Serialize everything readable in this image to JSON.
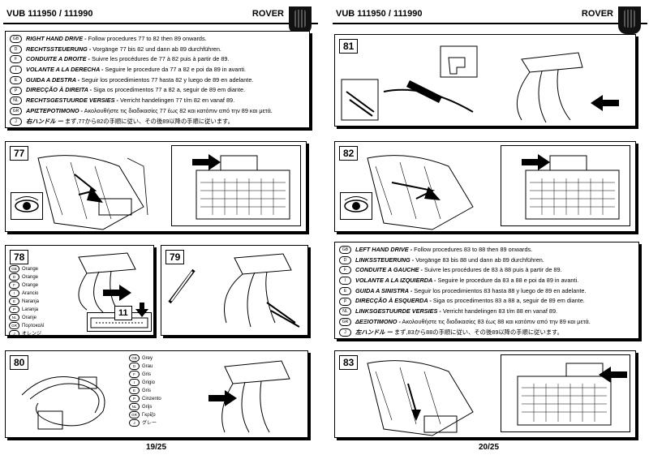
{
  "left": {
    "code": "VUB 111950 / 111990",
    "brand": "ROVER",
    "page_number": "19/25",
    "instructions": [
      {
        "badge": "GB",
        "title": "RIGHT HAND DRIVE -",
        "text": " Follow procedures 77 to 82 then 89 onwards."
      },
      {
        "badge": "D",
        "title": "RECHTSSTEUERUNG -",
        "text": " Vorgänge 77 bis 82 und dann ab 89 durchführen."
      },
      {
        "badge": "F",
        "title": "CONDUITE A DROITE -",
        "text": " Suivre les procédures de 77 à 82 puis à partir de 89."
      },
      {
        "badge": "I",
        "title": "VOLANTE A LA DERECHA -",
        "text": " Seguire le procedure da 77 a 82 e poi da 89 in avanti."
      },
      {
        "badge": "E",
        "title": "GUIDA A DESTRA -",
        "text": " Seguir los procedimientos 77 hasta 82 y luego de 89 en adelante."
      },
      {
        "badge": "P",
        "title": "DIRECÇÃO À DIREITA -",
        "text": " Siga os procedimentos 77 a 82 a, seguir de 89 em diante."
      },
      {
        "badge": "NL",
        "title": "RECHTSGESTUURDE VERSIES -",
        "text": " Verricht handelingen 77 t/m 82 en vanaf 89."
      },
      {
        "badge": "GR",
        "title": "ΑΡΙΣΤΕΡΟΤΙΜΟΝΟ -",
        "text": " Ακολουθήστε τις διαδικασίες 77 έως 82 και κατόπιν από την 89 και μετά."
      },
      {
        "badge": "J",
        "title": "右ハンドル ー",
        "text": " まず,77から82の手順に従い、その後89以降の手順に従います。"
      }
    ],
    "steps": {
      "s77": "77",
      "s78": "78",
      "s79": "79",
      "s80": "80",
      "s11": "11"
    },
    "legend78": [
      {
        "badge": "GB",
        "label": "Orange"
      },
      {
        "badge": "D",
        "label": "Orange"
      },
      {
        "badge": "F",
        "label": "Orange"
      },
      {
        "badge": "I",
        "label": "Arancio"
      },
      {
        "badge": "E",
        "label": "Naranja"
      },
      {
        "badge": "P",
        "label": "Laranja"
      },
      {
        "badge": "NL",
        "label": "Oranje"
      },
      {
        "badge": "GR",
        "label": "Πορτοκαλί"
      },
      {
        "badge": "J",
        "label": "オレンジ"
      }
    ],
    "legend80": [
      {
        "badge": "GB",
        "label": "Grey"
      },
      {
        "badge": "D",
        "label": "Grau"
      },
      {
        "badge": "F",
        "label": "Gris"
      },
      {
        "badge": "I",
        "label": "Grigio"
      },
      {
        "badge": "E",
        "label": "Gris"
      },
      {
        "badge": "P",
        "label": "Cinzento"
      },
      {
        "badge": "NL",
        "label": "Grijs"
      },
      {
        "badge": "GR",
        "label": "Γκρίζο"
      },
      {
        "badge": "J",
        "label": "グレー"
      }
    ]
  },
  "right": {
    "code": "VUB 111950 / 111990",
    "brand": "ROVER",
    "page_number": "20/25",
    "instructions": [
      {
        "badge": "GB",
        "title": "LEFT HAND DRIVE -",
        "text": " Follow procedures 83 to 88 then 89 onwards."
      },
      {
        "badge": "D",
        "title": "LINKSSTEUERUNG -",
        "text": " Vorgänge 83 bis 88 und dann ab 89 durchführen."
      },
      {
        "badge": "F",
        "title": "CONDUITE A GAUCHE -",
        "text": " Suivre les procédures de 83 à 88 puis à partir de 89."
      },
      {
        "badge": "I",
        "title": "VOLANTE A LA  IZQUIERDA -",
        "text": " Seguire le procedure da 83 a 88 e poi da 89 in avanti."
      },
      {
        "badge": "E",
        "title": "GUIDA A SINISTRA -",
        "text": " Seguir los procedimientos 83 hasta 88 y luego de 89 en adelante."
      },
      {
        "badge": "P",
        "title": "DIRECÇÃO À ESQUERDA -",
        "text": " Siga os procedimentos 83 a 88 a, seguir de 89 em diante."
      },
      {
        "badge": "NL",
        "title": "LINKSGESTUURDE VERSIES -",
        "text": " Verricht handelingen 83 t/m 88 en vanaf 89."
      },
      {
        "badge": "GR",
        "title": "ΔΕΞΙΟΤΙΜΟΝΟ -",
        "text": " Ακολουθήστε τις διαδικασίες 83 έως 88 και κατόπιν από την 89 και μετά."
      },
      {
        "badge": "J",
        "title": "左ハンドル ー",
        "text": " まず,83から88の手順に従い、その後89以降の手順に従います。"
      }
    ],
    "steps": {
      "s81": "81",
      "s82": "82",
      "s83": "83"
    }
  }
}
